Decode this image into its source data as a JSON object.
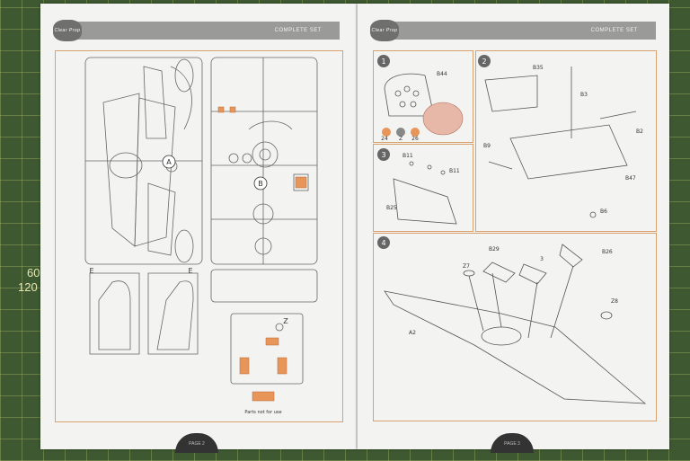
{
  "left_page": {
    "header_title": "COMPLETE SET",
    "logo_text": "Clear Prop",
    "sprue_letters": [
      "A",
      "B",
      "E",
      "E",
      "Z"
    ],
    "parts_note": "Parts not for use",
    "page_tab": "PAGE 2"
  },
  "right_page": {
    "header_title": "COMPLETE SET",
    "logo_text": "Clear Prop",
    "page_tab": "PAGE 3",
    "steps": [
      {
        "number": "1",
        "labels": [
          "B44",
          "24",
          "Z",
          "26"
        ]
      },
      {
        "number": "2",
        "labels": [
          "B35",
          "B3",
          "B2",
          "B9",
          "B47",
          "B6"
        ]
      },
      {
        "number": "3",
        "labels": [
          "B11",
          "B11",
          "B25"
        ]
      },
      {
        "number": "4",
        "labels": [
          "B29",
          "Z7",
          "3",
          "B26",
          "Z8",
          "A2"
        ]
      }
    ]
  },
  "mat_numbers": [
    "60",
    "120"
  ],
  "colors": {
    "accent": "#d9a070",
    "header": "#9a9a98",
    "mat": "#3e5932"
  }
}
